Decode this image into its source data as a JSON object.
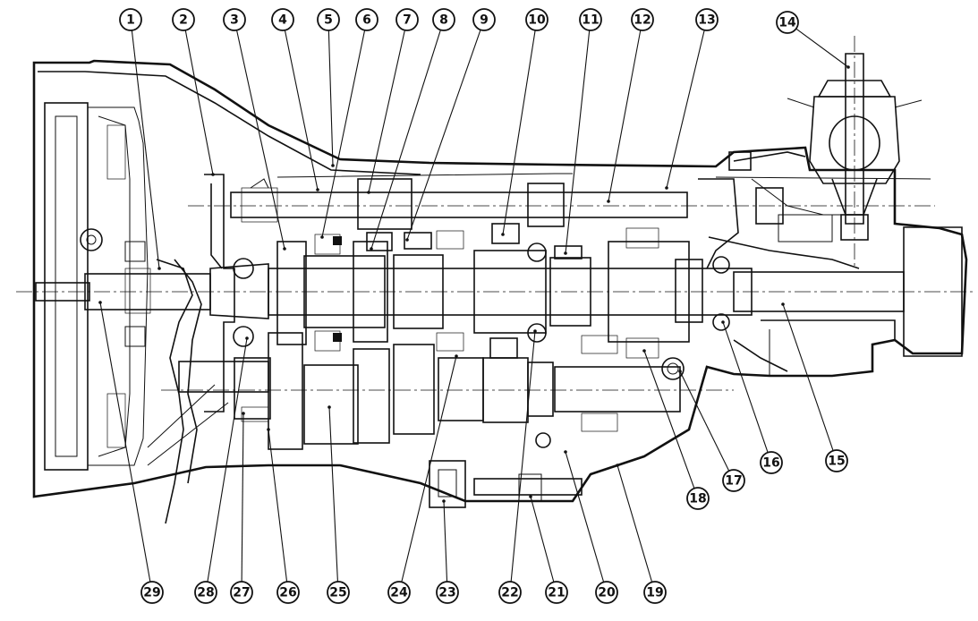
{
  "callouts": [
    {
      "id": "1",
      "label": "1"
    },
    {
      "id": "2",
      "label": "2"
    },
    {
      "id": "3",
      "label": "3"
    },
    {
      "id": "4",
      "label": "4"
    },
    {
      "id": "5",
      "label": "5"
    },
    {
      "id": "6",
      "label": "6"
    },
    {
      "id": "7",
      "label": "7"
    },
    {
      "id": "8",
      "label": "8"
    },
    {
      "id": "9",
      "label": "9"
    },
    {
      "id": "10",
      "label": "10"
    },
    {
      "id": "11",
      "label": "11"
    },
    {
      "id": "12",
      "label": "12"
    },
    {
      "id": "13",
      "label": "13"
    },
    {
      "id": "14",
      "label": "14"
    },
    {
      "id": "15",
      "label": "15"
    },
    {
      "id": "16",
      "label": "16"
    },
    {
      "id": "17",
      "label": "17"
    },
    {
      "id": "18",
      "label": "18"
    },
    {
      "id": "19",
      "label": "19"
    },
    {
      "id": "20",
      "label": "20"
    },
    {
      "id": "21",
      "label": "21"
    },
    {
      "id": "22",
      "label": "22"
    },
    {
      "id": "23",
      "label": "23"
    },
    {
      "id": "24",
      "label": "24"
    },
    {
      "id": "25",
      "label": "25"
    },
    {
      "id": "26",
      "label": "26"
    },
    {
      "id": "27",
      "label": "27"
    },
    {
      "id": "28",
      "label": "28"
    },
    {
      "id": "29",
      "label": "29"
    }
  ]
}
